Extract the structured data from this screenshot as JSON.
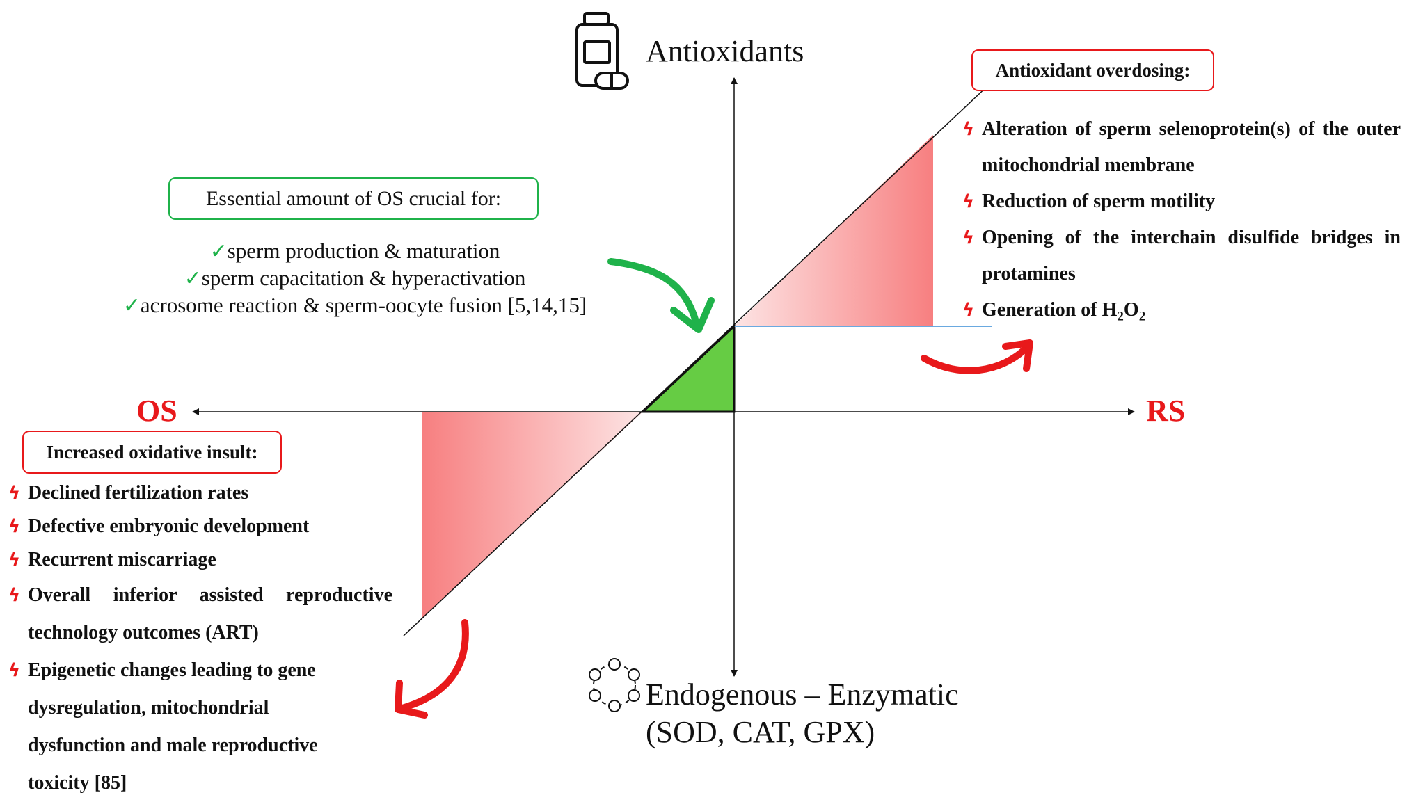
{
  "axes": {
    "top": "Antioxidants",
    "bottom_line1": "Endogenous – Enzymatic",
    "bottom_line2": "(SOD, CAT, GPX)",
    "left": "OS",
    "right": "RS"
  },
  "colors": {
    "danger": "#e8191b",
    "positive": "#1fb24a",
    "green_fill": "#66cc44",
    "baseline": "#6aa9e0"
  },
  "icons": {
    "top": "supplement-bottle-icon",
    "bottom": "enzyme-ring-icon",
    "bullet": "lightning-bolt-icon",
    "check": "check-icon"
  },
  "essential": {
    "title": "Essential amount of OS crucial for:",
    "items": [
      "sperm production & maturation",
      "sperm capacitation & hyperactivation",
      "acrosome reaction & sperm-oocyte fusion [5,14,15]"
    ]
  },
  "overdosing": {
    "title": "Antioxidant overdosing:",
    "items": [
      "Alteration of sperm selenoprotein(s) of the outer mitochondrial membrane",
      "Reduction of sperm motility",
      "Opening of the interchain disulfide bridges in protamines",
      "Generation of H",
      "2",
      "O",
      "2"
    ]
  },
  "oxidative": {
    "title": "Increased oxidative insult:",
    "items": [
      "Declined fertilization rates",
      "Defective embryonic development",
      "Recurrent miscarriage",
      "Overall inferior assisted reproductive technology outcomes (ART)",
      "Epigenetic changes leading to gene dysregulation, mitochondrial dysfunction and male reproductive toxicity [85]"
    ]
  }
}
